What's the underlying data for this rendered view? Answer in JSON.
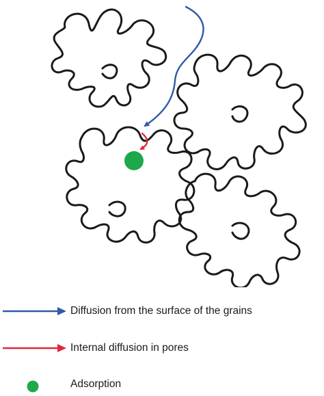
{
  "colors": {
    "outline": "#1a1a1a",
    "surface_diffusion": "#2f5aa6",
    "internal_diffusion": "#e0283a",
    "adsorption": "#1ea84a"
  },
  "legend": {
    "items": [
      {
        "symbol": "blue-arrow",
        "label": "Diffusion from the surface of the grains"
      },
      {
        "symbol": "red-arrow",
        "label": "Internal diffusion in pores"
      },
      {
        "symbol": "green-dot",
        "label": "Adsorption"
      }
    ]
  }
}
